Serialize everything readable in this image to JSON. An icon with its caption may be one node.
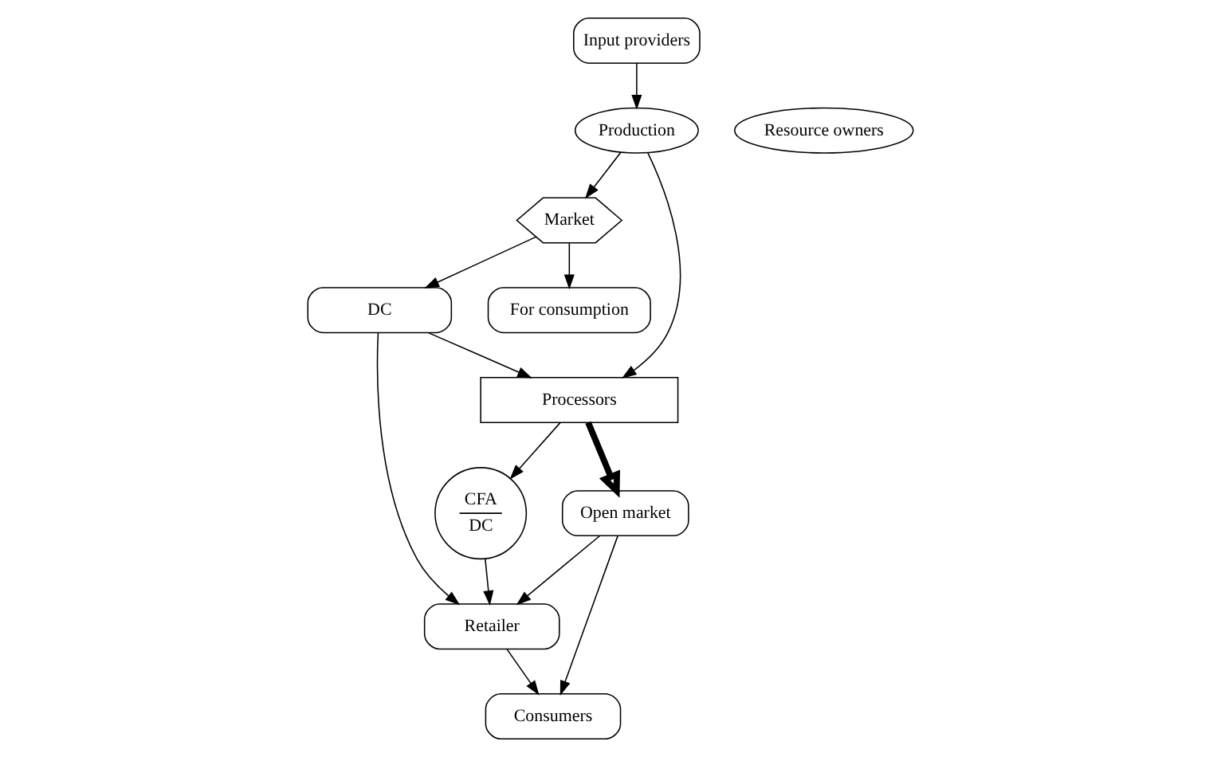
{
  "diagram": {
    "nodes": [
      {
        "text": [
          "Input providers"
        ]
      },
      {
        "text": [
          "Resource owners"
        ]
      },
      {
        "text": [
          "Production"
        ]
      },
      {
        "text": [
          "Market"
        ]
      },
      {
        "text": [
          "For consumption"
        ]
      },
      {
        "text": [
          "Processors"
        ]
      },
      {
        "text": [
          "DC"
        ]
      },
      {
        "text": [
          "Open market"
        ]
      },
      {
        "text": [
          "Retailer"
        ]
      },
      {
        "text": [
          "CFA",
          "DC"
        ]
      },
      {
        "text": [
          "Consumers"
        ]
      }
    ],
    "edges": [
      {
        "from": 0,
        "to": 2,
        "arrow": "to"
      },
      {
        "from": 2,
        "to": 3,
        "arrow": "to"
      },
      {
        "from": 2,
        "to": 5,
        "arrow": "to"
      },
      {
        "from": 3,
        "to": 4,
        "arrow": "to"
      },
      {
        "from": 3,
        "to": 6,
        "arrow": "to"
      },
      {
        "from": 6,
        "to": 5,
        "arrow": "to"
      },
      {
        "from": 5,
        "to": 7,
        "arrow": "to",
        "style": "thick"
      },
      {
        "from": 5,
        "to": 9,
        "arrow": "to"
      },
      {
        "from": 6,
        "to": 8,
        "arrow": "to"
      },
      {
        "from": 7,
        "to": 8,
        "arrow": "to"
      },
      {
        "from": 7,
        "to": 10,
        "arrow": "to"
      },
      {
        "from": 9,
        "to": 8,
        "arrow": "to"
      },
      {
        "from": 8,
        "to": 10,
        "arrow": "to"
      }
    ]
  }
}
